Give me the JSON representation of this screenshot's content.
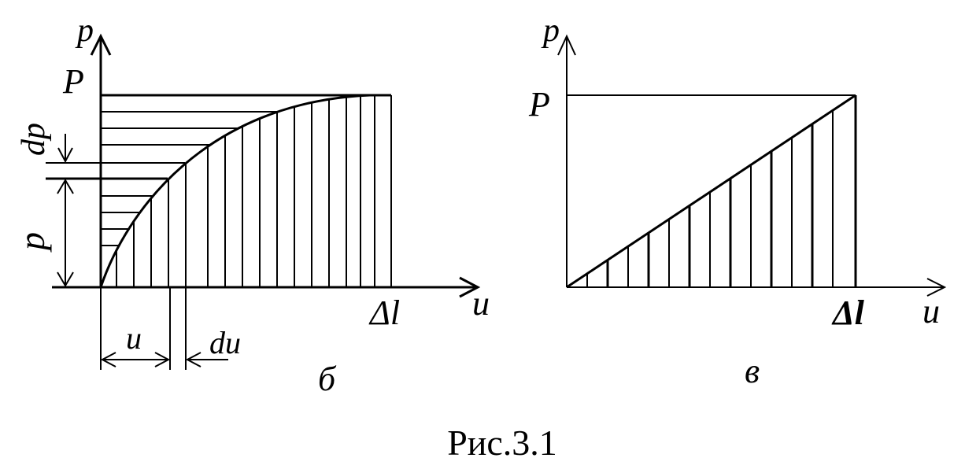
{
  "left": {
    "axis_y": "p",
    "axis_x": "u",
    "P_label": "P",
    "dp_label": "dp",
    "p_label": "p",
    "dl_label": "Δl",
    "u_label": "u",
    "du_label": "du",
    "panel_label": "б"
  },
  "right": {
    "axis_y": "p",
    "axis_x": "u",
    "P_label": "P",
    "dl_label": "Δl",
    "panel_label": "в"
  },
  "caption": "Рис.3.1"
}
